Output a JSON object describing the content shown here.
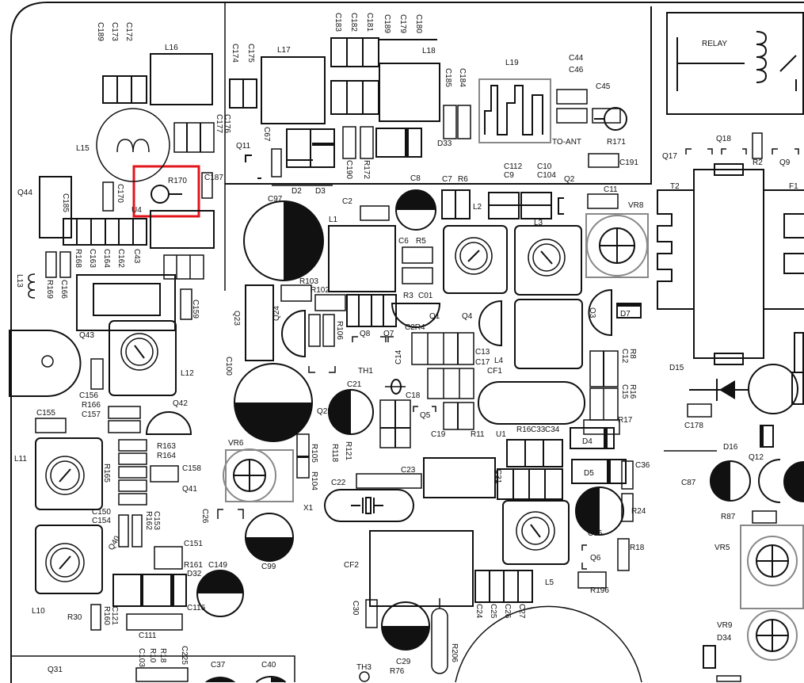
{
  "highlight_color": "#e3151b",
  "labels": [
    "L16",
    "C189",
    "C173",
    "C172",
    "L15",
    "C177",
    "C176",
    "R170",
    "C187",
    "C170",
    "U4",
    "Q44",
    "C185",
    "R168",
    "C163",
    "C164",
    "C162",
    "C43",
    "R169",
    "C166",
    "L13",
    "Q43",
    "C159",
    "L12",
    "C156",
    "R166",
    "C157",
    "C155",
    "Q42",
    "L11",
    "R163",
    "R164",
    "R165",
    "C158",
    "Q41",
    "C150",
    "C154",
    "R162",
    "C153",
    "Q40",
    "C151",
    "R161",
    "C149",
    "D32",
    "L10",
    "R30",
    "R160",
    "C121",
    "C116",
    "C111",
    "Q31",
    "C103",
    "R10",
    "R18",
    "C225",
    "C37",
    "C40",
    "L17",
    "C174",
    "C175",
    "C183",
    "C182",
    "C181",
    "C189",
    "C179",
    "C180",
    "L18",
    "C185",
    "C184",
    "L19",
    "C44",
    "C46",
    "C45",
    "R171",
    "TO-ANT",
    "C191",
    "Q11",
    "C67",
    "D2",
    "D3",
    "C190",
    "R172",
    "D33",
    "C8",
    "C7",
    "R6",
    "C112",
    "C9",
    "C10",
    "C104",
    "Q2",
    "C2",
    "L2",
    "L3",
    "C11",
    "VR8",
    "RELAY",
    "T2",
    "F1",
    "Q17",
    "Q18",
    "R2",
    "Q9",
    "C97",
    "L1",
    "C6",
    "R5",
    "R103",
    "R102",
    "Q23",
    "Q24",
    "R106",
    "Q8",
    "Q7",
    "R3",
    "C01",
    "Q1",
    "Q4",
    "Q3",
    "D7",
    "C2R4",
    "TH1",
    "C14",
    "C13",
    "L4",
    "CF1",
    "C17",
    "C12",
    "R8",
    "C15",
    "R16",
    "R17",
    "D15",
    "C178",
    "D16",
    "Q12",
    "C100",
    "Q25",
    "C21",
    "C18",
    "Q5",
    "C19",
    "R11",
    "U1",
    "R16",
    "C33",
    "C34",
    "D4",
    "D5",
    "C36",
    "C87",
    "R87",
    "VR5",
    "VR6",
    "R105",
    "R104",
    "R118",
    "R121",
    "C22",
    "C23",
    "X1",
    "C26",
    "C99",
    "R24",
    "C35",
    "Q6",
    "R18",
    "R196",
    "L5",
    "C24",
    "C25",
    "C26",
    "C27",
    "CF2",
    "C30",
    "C29",
    "R206",
    "TH3",
    "R76",
    "VR9",
    "D34",
    "C31"
  ]
}
